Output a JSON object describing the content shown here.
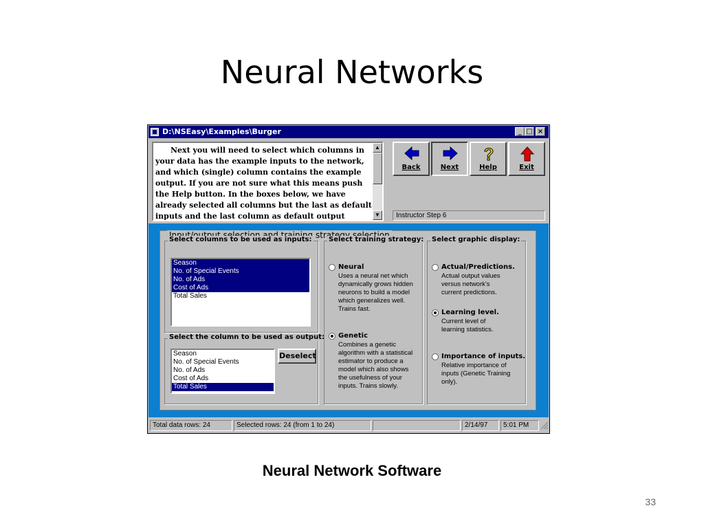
{
  "slide": {
    "title": "Neural Networks",
    "caption": "Neural Network Software",
    "page_number": "33"
  },
  "window": {
    "title": "D:\\NSEasy\\Examples\\Burger",
    "controls": {
      "minimize": "_",
      "maximize": "□",
      "close": "×"
    }
  },
  "instructions": {
    "text": "Next you will need to select which columns in your data has the example inputs to the network, and which (single) column contains the example output. If you are not sure what this means push the Help button. In the boxes below, we have already selected all columns but the last as default inputs and the last column as default output column. Change the selections as you wish, or",
    "step": "Instructor Step 6"
  },
  "nav": {
    "back": "Back",
    "next": "Next",
    "help": "Help",
    "exit": "Exit"
  },
  "main": {
    "legend": "Input/output selection and training strategy selection",
    "inputs_label": "Select columns to be used as inputs:",
    "inputs": [
      "Season",
      "No. of Special Events",
      "No. of Ads",
      "Cost of Ads",
      "Total Sales"
    ],
    "output_label": "Select the column to be used as output:",
    "outputs": [
      "Season",
      "No. of Special Events",
      "No. of Ads",
      "Cost of Ads",
      "Total Sales"
    ],
    "deselect": "Deselect",
    "strategy_label": "Select training strategy:",
    "strategy": {
      "neural_title": "Neural",
      "neural_desc": [
        "Uses a neural net which",
        "dynamically grows hidden",
        "neurons to build a model",
        "which generalizes well.",
        "Trains fast."
      ],
      "genetic_title": "Genetic",
      "genetic_desc": [
        "Combines a genetic",
        "algorithm with a statistical",
        "estimator to produce a",
        "model which also shows",
        "the usefulness of your",
        "inputs. Trains slowly."
      ]
    },
    "graphic_label": "Select graphic display:",
    "graphic": {
      "actual_title": "Actual/Predictions.",
      "actual_desc": [
        "Actual output values",
        "versus network's",
        "current predictions."
      ],
      "learning_title": "Learning level.",
      "learning_desc": [
        "Current level of",
        "learning statistics."
      ],
      "importance_title": "Importance of inputs.",
      "importance_desc": [
        "Relative importance of",
        "inputs (Genetic Training",
        "only)."
      ]
    }
  },
  "status": {
    "total_rows": "Total data rows: 24",
    "selected_rows": "Selected rows: 24  (from 1 to 24)",
    "date": "2/14/97",
    "time": "5:01 PM"
  },
  "colors": {
    "titlebar": "#000080",
    "selection": "#000080",
    "main_bg": "#0c7fd0",
    "arrow_blue": "#0000c0",
    "exit_red": "#e00000",
    "help_yellow": "#ffe000"
  }
}
